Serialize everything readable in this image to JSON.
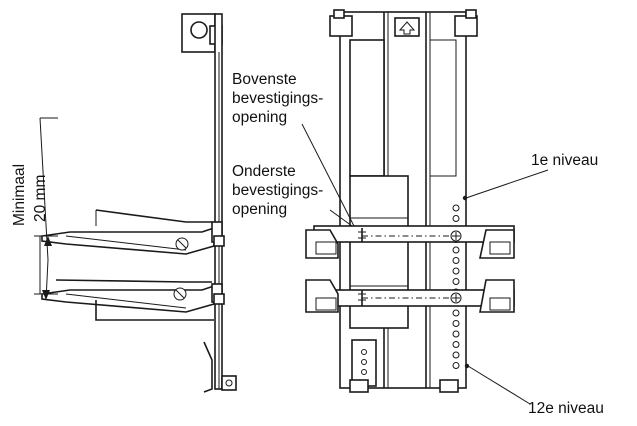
{
  "labels": {
    "min_line1": "Minimaal",
    "min_line2": "20 mm",
    "top_line1": "Bovenste",
    "top_line2": "bevestigings-",
    "top_line3": "opening",
    "bot_line1": "Onderste",
    "bot_line2": "bevestigings-",
    "bot_line3": "opening",
    "level_first": "1e niveau",
    "level_last": "12e niveau"
  }
}
